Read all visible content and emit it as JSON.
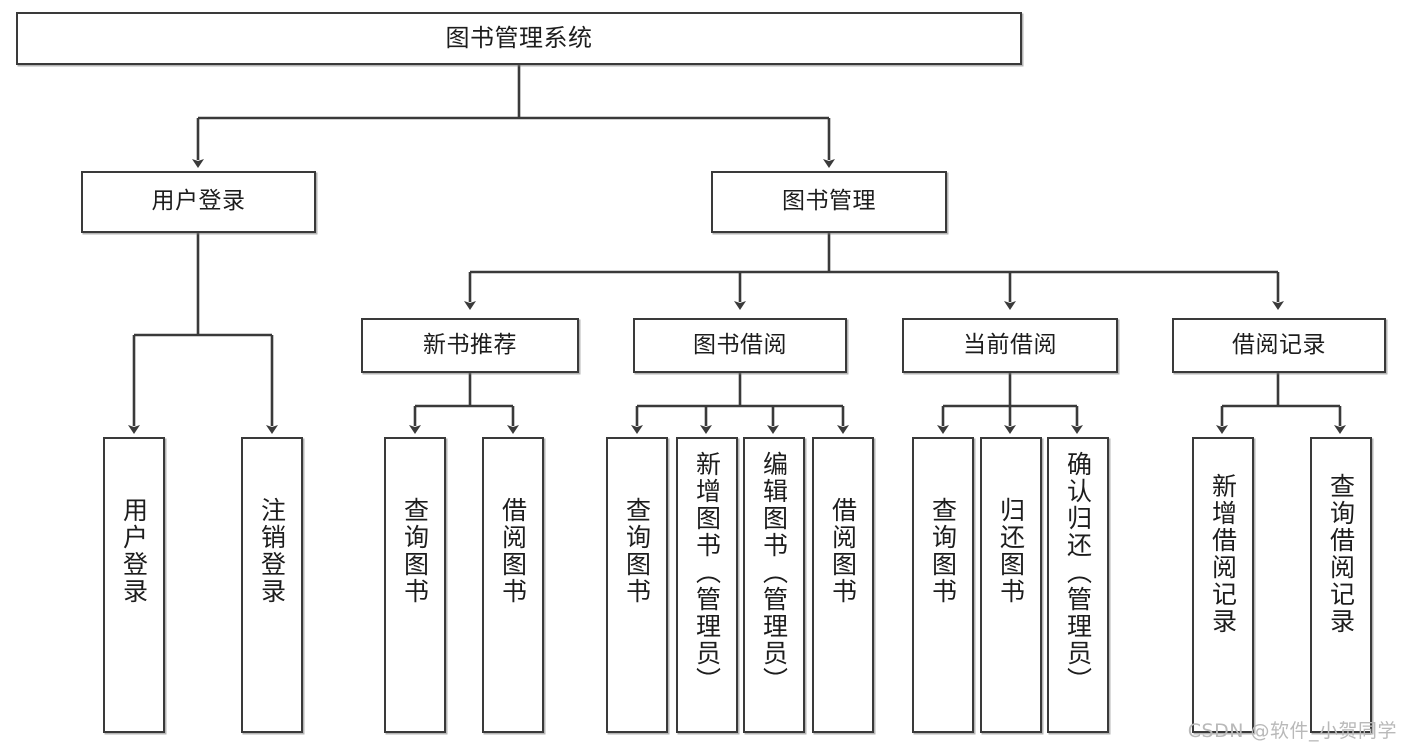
{
  "diagram": {
    "type": "tree",
    "title": "图书管理系统",
    "root": {
      "id": "root",
      "label": "图书管理系统"
    },
    "level2": [
      {
        "id": "user-login",
        "label": "用户登录"
      },
      {
        "id": "book-manage",
        "label": "图书管理"
      }
    ],
    "level3": [
      {
        "id": "new-book-recommend",
        "label": "新书推荐",
        "parent": "book-manage"
      },
      {
        "id": "book-borrow",
        "label": "图书借阅",
        "parent": "book-manage"
      },
      {
        "id": "current-borrow",
        "label": "当前借阅",
        "parent": "book-manage"
      },
      {
        "id": "borrow-record",
        "label": "借阅记录",
        "parent": "book-manage"
      }
    ],
    "leaves": [
      {
        "id": "leaf-user-login",
        "label": "用户登录",
        "parent": "user-login"
      },
      {
        "id": "leaf-user-logout",
        "label": "注销登录",
        "parent": "user-login"
      },
      {
        "id": "leaf-query-book-1",
        "label": "查询图书",
        "parent": "new-book-recommend"
      },
      {
        "id": "leaf-borrow-book-1",
        "label": "借阅图书",
        "parent": "new-book-recommend"
      },
      {
        "id": "leaf-query-book-2",
        "label": "查询图书",
        "parent": "book-borrow"
      },
      {
        "id": "leaf-add-book",
        "label": "新增图书（管理员）",
        "parent": "book-borrow"
      },
      {
        "id": "leaf-edit-book",
        "label": "编辑图书（管理员）",
        "parent": "book-borrow"
      },
      {
        "id": "leaf-borrow-book-2",
        "label": "借阅图书",
        "parent": "book-borrow"
      },
      {
        "id": "leaf-query-book-3",
        "label": "查询图书",
        "parent": "current-borrow"
      },
      {
        "id": "leaf-return-book",
        "label": "归还图书",
        "parent": "current-borrow"
      },
      {
        "id": "leaf-confirm-return",
        "label": "确认归还（管理员）",
        "parent": "current-borrow"
      },
      {
        "id": "leaf-add-record",
        "label": "新增借阅记录",
        "parent": "borrow-record"
      },
      {
        "id": "leaf-query-record",
        "label": "查询借阅记录",
        "parent": "borrow-record"
      }
    ],
    "colors": {
      "stroke": "#3a3a3a",
      "text": "#1d1d1d",
      "background": "#ffffff",
      "watermark": "#b9b9b9"
    }
  },
  "watermark": {
    "text": "CSDN @软件_小贺同学"
  }
}
